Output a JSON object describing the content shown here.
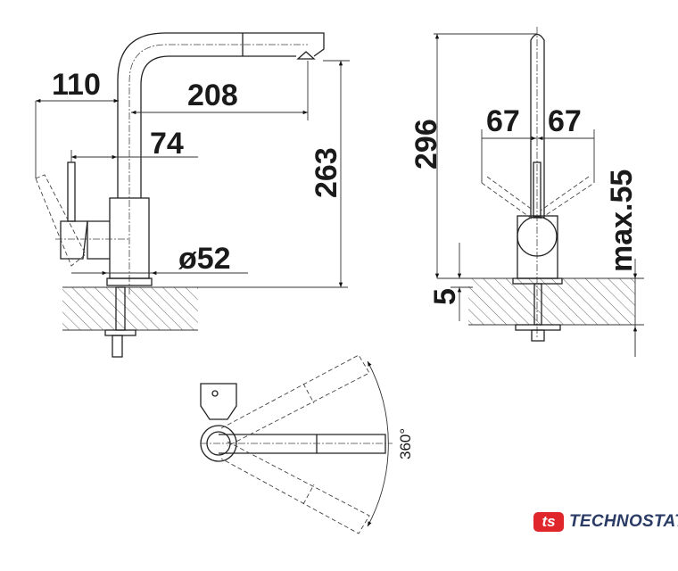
{
  "side_view": {
    "dim_reach_lever": "110",
    "dim_spout_reach": "208",
    "dim_lever_offset": "74",
    "dim_height": "263",
    "dim_base_diameter": "ø52"
  },
  "front_view": {
    "dim_total_height": "296",
    "dim_left_swing": "67",
    "dim_right_swing": "67",
    "dim_max_thickness": "max.55",
    "dim_min": "5"
  },
  "top_view": {
    "dim_rotation": "360°"
  },
  "logo": {
    "mark": "ts",
    "text": "TECHNOSTATUS",
    "brand_color": "#e0262b",
    "text_color": "#2a3b66"
  }
}
